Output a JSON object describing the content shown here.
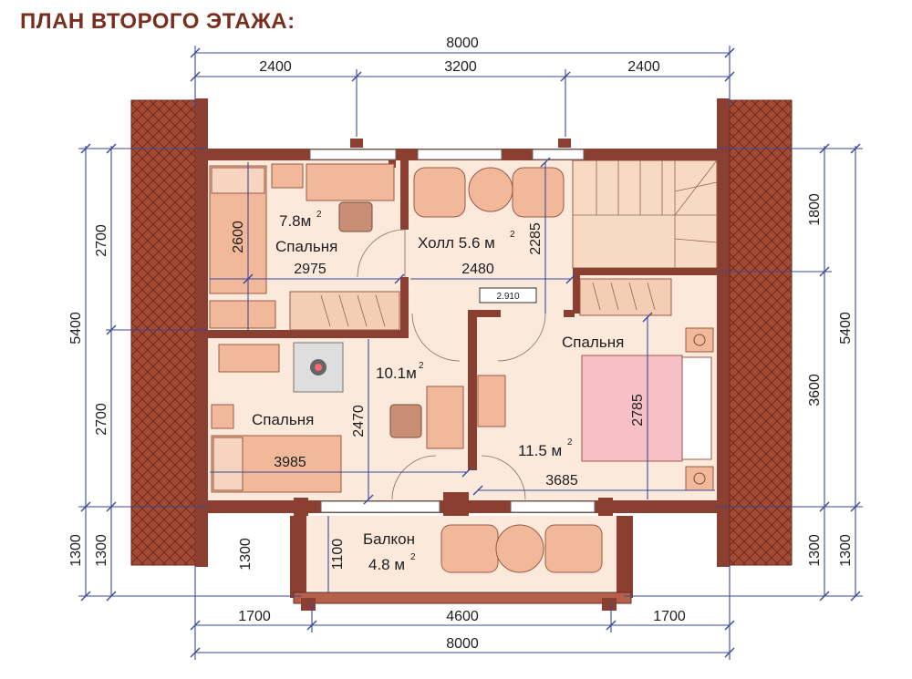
{
  "title": "ПЛАН ВТОРОГО ЭТАЖА:",
  "colors": {
    "title": "#7a2f1e",
    "wall": "#8a3f30",
    "roof": "#a34a35",
    "floor": "#fbe9dc",
    "furniture": "#f1b89a",
    "bed": "#f6c0c6",
    "dimension_line": "#3b4a9a"
  },
  "dimensions": {
    "top_total": "8000",
    "top_left": "2400",
    "top_middle": "3200",
    "top_right": "2400",
    "bottom_total": "8000",
    "bottom_left": "1700",
    "bottom_middle": "4600",
    "bottom_right": "1700",
    "left_total": "5400",
    "left_upper": "2700",
    "left_lower": "2700",
    "left_balcony_outer": "1300",
    "left_balcony_inner": "1300",
    "right_total": "5400",
    "right_upper": "1800",
    "right_lower": "3600",
    "right_balcony_outer": "1300",
    "right_balcony_inner": "1300",
    "bed1_length": "2600",
    "bed1_room_width": "2975",
    "hall_width": "2480",
    "hall_depth": "2285",
    "bed3_depth": "2470",
    "bed3_width": "3985",
    "bed2_depth": "2785",
    "bed2_width": "3685",
    "balcony_depth": "1300",
    "balcony_inner": "1100",
    "level_mark": "2.910"
  },
  "rooms": {
    "bedroom1": {
      "name": "Спальня",
      "area": "7.8м",
      "sup": "2"
    },
    "hall": {
      "name": "Холл 5.6 м",
      "sup": "2"
    },
    "bedroom2": {
      "name": "Спальня",
      "area": "11.5 м",
      "sup": "2"
    },
    "bedroom3": {
      "name": "Спальня",
      "area": "10.1м",
      "sup": "2"
    },
    "balcony": {
      "name": "Балкон",
      "area": "4.8 м",
      "sup": "2"
    }
  }
}
